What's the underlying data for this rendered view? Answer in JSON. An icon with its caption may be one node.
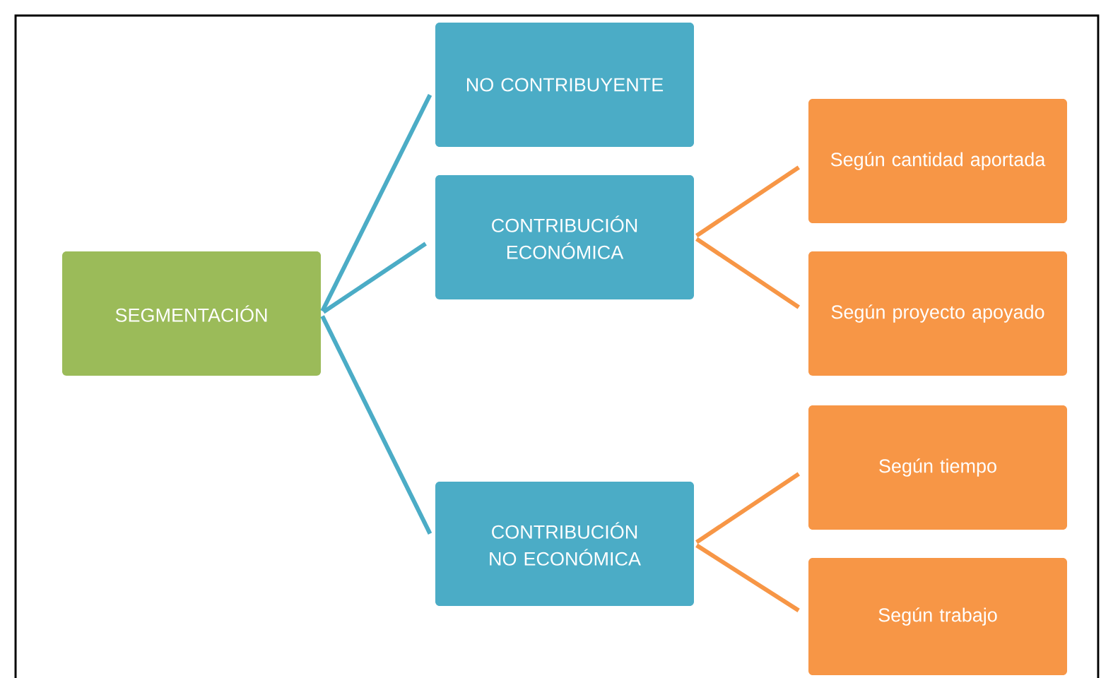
{
  "diagram": {
    "nodes": [
      {
        "text": [
          "SEGMENTACIÓN"
        ]
      },
      {
        "text": [
          "NO CONTRIBUYENTE"
        ]
      },
      {
        "text": [
          "CONTRIBUCIÓN ECONÓMICA"
        ]
      },
      {
        "text": [
          "CONTRIBUCIÓN NO ECONÓMICA"
        ]
      },
      {
        "text": [
          "Según cantidad aportada"
        ]
      },
      {
        "text": [
          "Según proyecto apoyado"
        ]
      },
      {
        "text": [
          "Según tiempo"
        ]
      },
      {
        "text": [
          "Según trabajo"
        ]
      }
    ],
    "edges": [
      {
        "from": 0,
        "to": 1,
        "arrow": "none",
        "color": "#4bacc6"
      },
      {
        "from": 0,
        "to": 2,
        "arrow": "none",
        "color": "#4bacc6"
      },
      {
        "from": 0,
        "to": 3,
        "arrow": "none",
        "color": "#4bacc6"
      },
      {
        "from": 2,
        "to": 4,
        "arrow": "none"
      },
      {
        "from": 2,
        "to": 5,
        "arrow": "none"
      },
      {
        "from": 3,
        "to": 6,
        "arrow": "none"
      },
      {
        "from": 3,
        "to": 7,
        "arrow": "none"
      }
    ]
  }
}
